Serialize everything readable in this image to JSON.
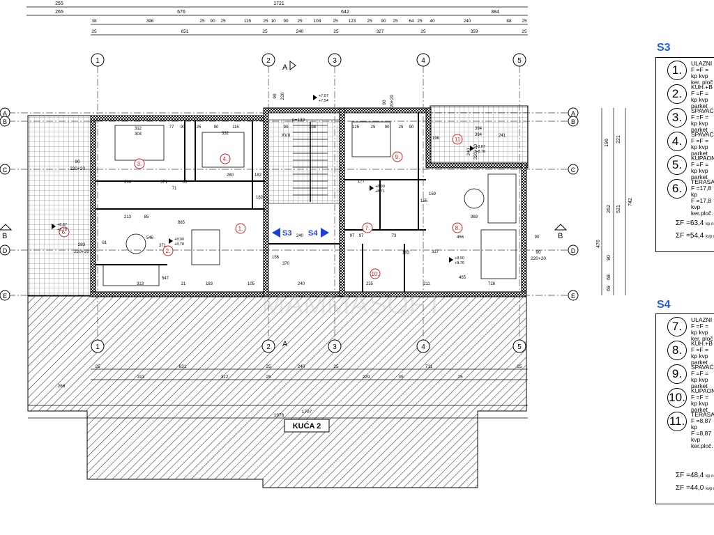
{
  "drawing": {
    "dims": {
      "row0": [
        "255",
        "1721"
      ],
      "row1": [
        "265",
        "676",
        "642",
        "384"
      ],
      "row2": [
        "38",
        "396",
        "25",
        "90",
        "25",
        "115",
        "25",
        "10",
        "90",
        "25",
        "108",
        "25",
        "123",
        "25",
        "90",
        "25",
        "64",
        "25",
        "40",
        "240",
        "88",
        "25"
      ],
      "row3": [
        "25",
        "651",
        "25",
        "240",
        "25",
        "327",
        "25",
        "359",
        "25"
      ],
      "right": [
        "196",
        "221",
        "742",
        "476",
        "262",
        "521",
        "90",
        "68",
        "69"
      ],
      "bottom": [
        "25",
        "631",
        "25",
        "240",
        "25",
        "711",
        "25",
        "266",
        "313",
        "312",
        "25",
        "229",
        "35",
        "25",
        "1707",
        "1976"
      ],
      "misc": [
        "90",
        "220+20",
        "90",
        "220",
        "90",
        "220+20",
        "240",
        "220+20",
        "283",
        "220+20",
        "90",
        "220+20",
        "p=133",
        "XVII"
      ]
    },
    "axes_top": [
      "1",
      "2",
      "3",
      "4",
      "5"
    ],
    "axes_bottom": [
      "1",
      "2",
      "3",
      "4",
      "5"
    ],
    "axes_side": [
      "A",
      "B",
      "C",
      "B",
      "D",
      "E"
    ],
    "section_marks": [
      "A",
      "A",
      "B",
      "B"
    ],
    "room_numbers": [
      "3.",
      "4.",
      "9.",
      "11",
      "6.",
      "1.",
      "2.",
      "7.",
      "8.",
      "10."
    ],
    "inner_dims": [
      "312",
      "304",
      "77",
      "90",
      "25",
      "90",
      "115",
      "332",
      "90",
      "108",
      "125",
      "25",
      "90",
      "25",
      "90",
      "214",
      "371",
      "71",
      "65",
      "280",
      "182",
      "182",
      "177",
      "213",
      "85",
      "885",
      "97",
      "546",
      "371",
      "156",
      "240",
      "97",
      "73",
      "313",
      "547",
      "21",
      "183",
      "105",
      "370",
      "240",
      "225",
      "211",
      "465",
      "728",
      "369",
      "456",
      "394",
      "394",
      "241",
      "196",
      "155",
      "159",
      "317",
      "61",
      "183",
      "90"
    ],
    "levels": [
      "+8,87\n+8,78",
      "+8,90\n+8,78",
      "+8,90\n+8,76",
      "+8,90\n+8,71",
      "+7,57\n+7,54",
      "+8,87\n+8,78"
    ],
    "s3_label": "S3",
    "s4_label": "S4",
    "house_label": "KUĆA 2",
    "watermark": "MAMMASOFT"
  },
  "legend_s3": {
    "title": "S3",
    "rows": [
      {
        "num": "1.",
        "lines": [
          "ULAZNI",
          "F =F =",
          "kp kvp",
          "ker. ploč"
        ]
      },
      {
        "num": "2.",
        "lines": [
          "KUH.+B",
          "F =F =",
          "kp kvp",
          "parket"
        ]
      },
      {
        "num": "3.",
        "lines": [
          "SPAVAĆ",
          "F =F =",
          "kp kvp",
          "parket"
        ]
      },
      {
        "num": "4.",
        "lines": [
          "SPAVAĆ",
          "F =F =",
          "kp kvp",
          "parket"
        ]
      },
      {
        "num": "5.",
        "lines": [
          "KUPAON",
          "F =F =",
          "kp kvp",
          "parket"
        ]
      },
      {
        "num": "6.",
        "lines": [
          "TERASA",
          "F =17,8",
          "kp",
          "F =17,8",
          "kvp",
          "ker.ploč."
        ]
      }
    ],
    "sum1": "ΣF =63,4",
    "sum1_sub": "kp neto",
    "sum2": "ΣF =54,4",
    "sum2_sub": "kvp neto"
  },
  "legend_s4": {
    "title": "S4",
    "rows": [
      {
        "num": "7.",
        "lines": [
          "ULAZNI",
          "F =F =",
          "kp kvp",
          "ker. ploč"
        ]
      },
      {
        "num": "8.",
        "lines": [
          "KUH.+B",
          "F =F =",
          "kp kvp",
          "parket"
        ]
      },
      {
        "num": "9.",
        "lines": [
          "SPAVAĆ",
          "F =F =",
          "kp kvp",
          "parket"
        ]
      },
      {
        "num": "10.",
        "lines": [
          "KUPAON",
          "F =F =",
          "kp kvp",
          "parket"
        ]
      },
      {
        "num": "11.",
        "lines": [
          "TERASA",
          "F =8,87",
          "kp",
          "F =8,87",
          "kvp",
          "ker.ploč."
        ]
      }
    ],
    "sum1": "ΣF =48,4",
    "sum1_sub": "kp neto",
    "sum2": "ΣF =44,0",
    "sum2_sub": "kvp neto"
  }
}
